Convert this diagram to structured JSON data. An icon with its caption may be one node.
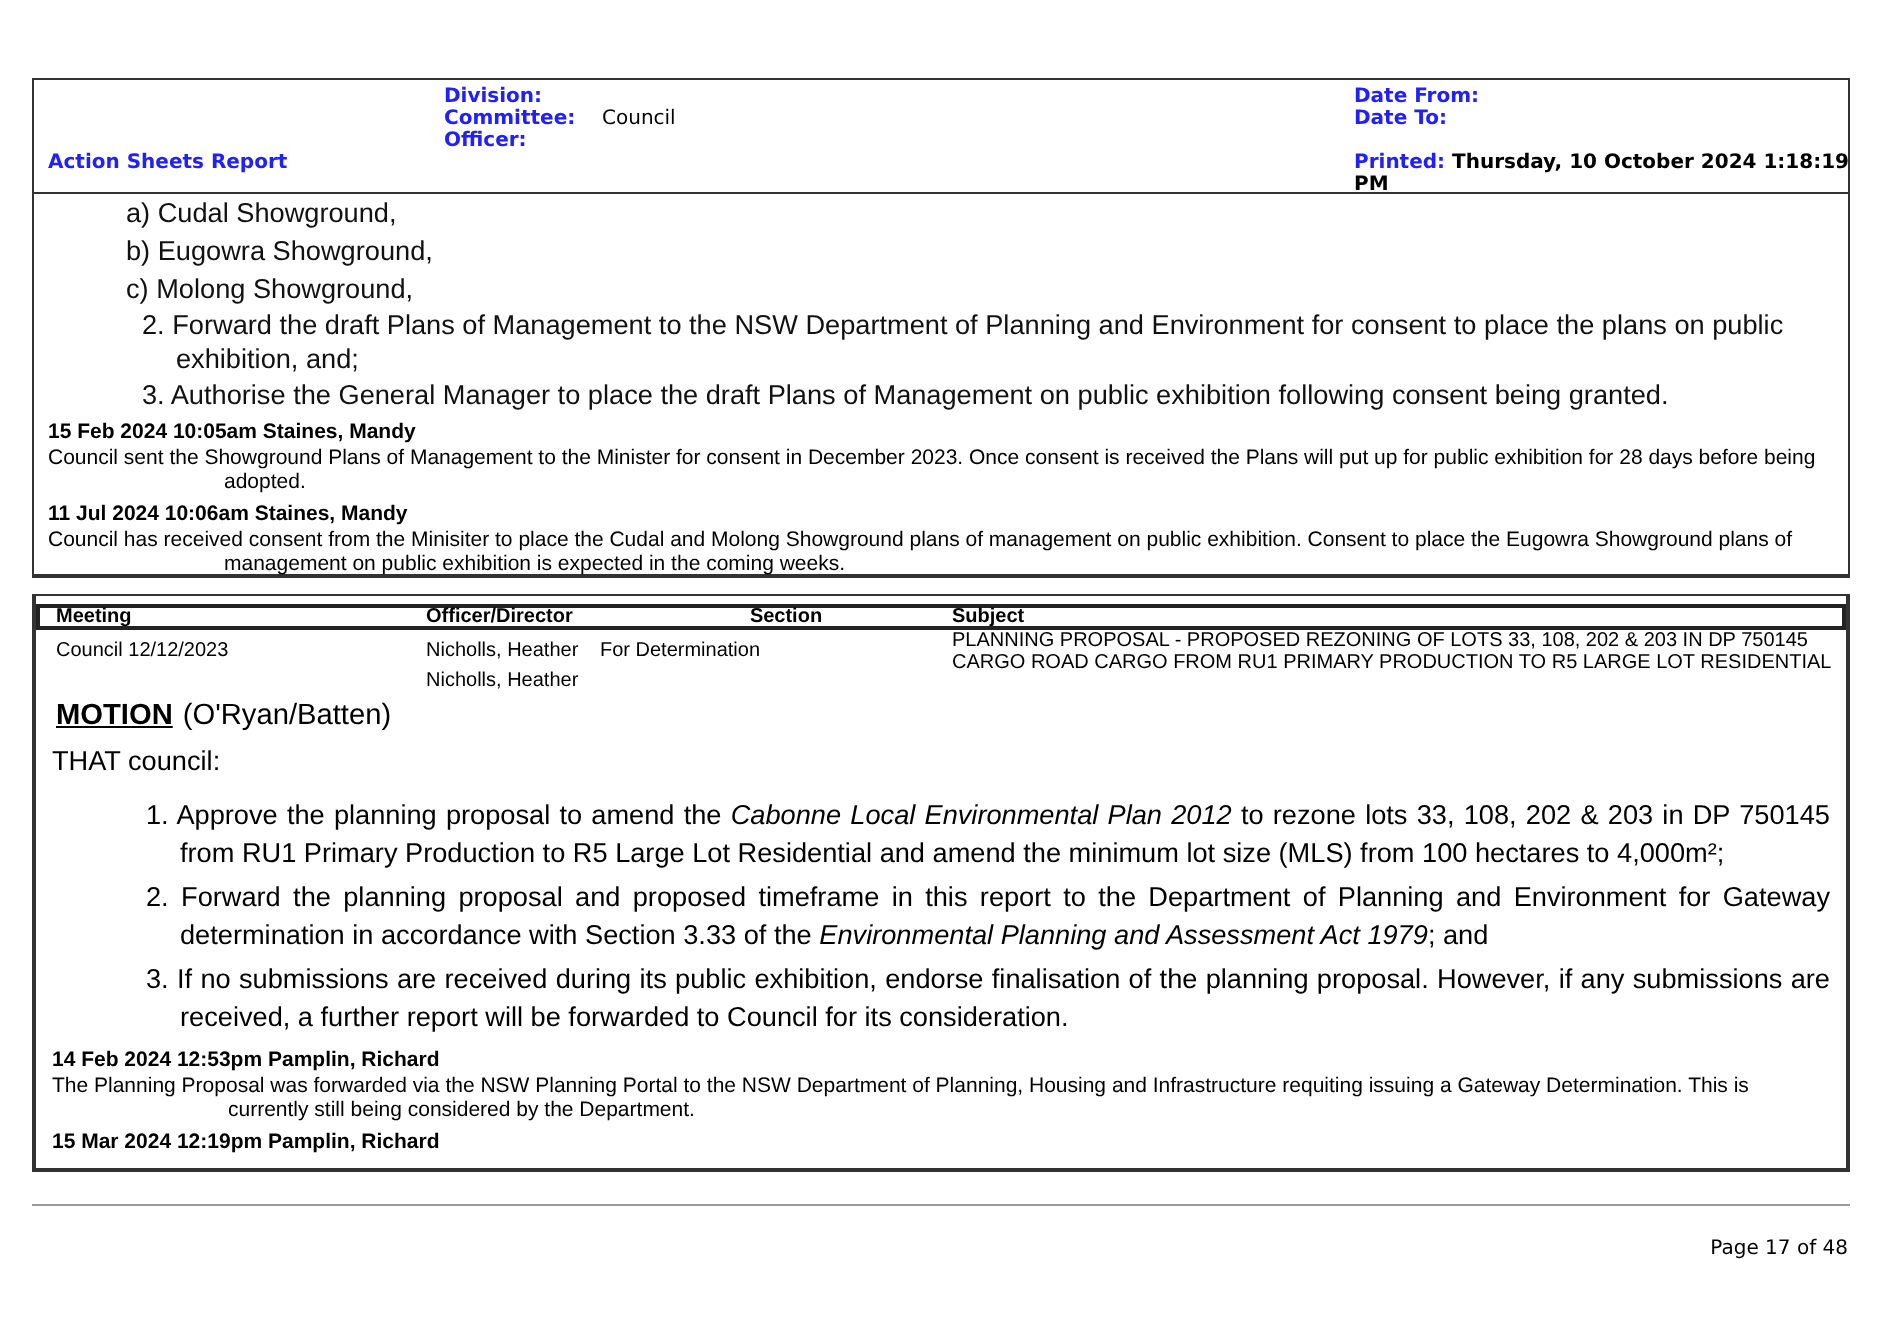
{
  "diagram": {
    "nodes": [
      {
        "text": [
          "Division:",
          "Committee:",
          "Council",
          "Officer:",
          "Action Sheets Report",
          "Date From:",
          "Date To:",
          "Printed:",
          "Thursday, 10 October 2024  1:18:19 PM"
        ]
      },
      {
        "text": [
          "a) Cudal Showground,",
          "b) Eugowra Showground,",
          "c) Molong Showground,",
          "2. Forward the draft Plans of Management to the NSW Department of Planning and Environment for consent to place the plans on public exhibition, and;",
          "3. Authorise the General Manager to place the draft Plans of Management on public exhibition following consent being granted.",
          "15 Feb 2024 10:05am Staines, Mandy",
          "Council sent the Showground Plans of Management to the Minister for consent in December 2023. Once consent is received the Plans will put up for public exhibition for 28 days before being adopted.",
          "11 Jul 2024 10:06am Staines, Mandy",
          "Council has received consent from the Minisiter to place the Cudal and Molong Showground plans of management on public exhibition. Consent to place the Eugowra Showground plans of management on public exhibition is expected in the coming weeks."
        ]
      },
      {
        "text": [
          "Meeting",
          "Officer/Director",
          "Section",
          "Subject",
          "Council 12/12/2023",
          "Nicholls, Heather",
          "For Determination",
          "Nicholls, Heather",
          "PLANNING PROPOSAL - PROPOSED REZONING OF LOTS 33, 108, 202 & 203 IN DP 750145 CARGO ROAD CARGO FROM RU1 PRIMARY PRODUCTION TO R5 LARGE LOT RESIDENTIAL",
          "MOTION",
          "(O'Ryan/Batten)",
          "THAT council:",
          "1. Approve the planning proposal to amend the *Cabonne Local Environmental Plan 2012* to rezone lots 33, 108, 202 & 203 in DP 750145 from RU1 Primary Production to R5 Large Lot Residential and amend the minimum lot size (MLS) from 100 hectares to 4,000m²;",
          "2. Forward the planning proposal and proposed timeframe in this report to the Department of Planning and Environment for Gateway determination in accordance with Section 3.33 of the *Environmental Planning and Assessment Act 1979*; and",
          "3. If no submissions are received during its public exhibition, endorse finalisation of the planning proposal. However, if any submissions are received, a further report will be forwarded to Council for its consideration.",
          "14 Feb 2024 12:53pm Pamplin, Richard",
          "The Planning Proposal was forwarded via the NSW Planning Portal to the NSW Department of Planning, Housing and Infrastructure requiting issuing a Gateway Determination. This is currently still being considered by the Department.",
          "15 Mar 2024 12:19pm Pamplin, Richard"
        ]
      }
    ],
    "labels": [
      "Page 17 of 48"
    ]
  }
}
